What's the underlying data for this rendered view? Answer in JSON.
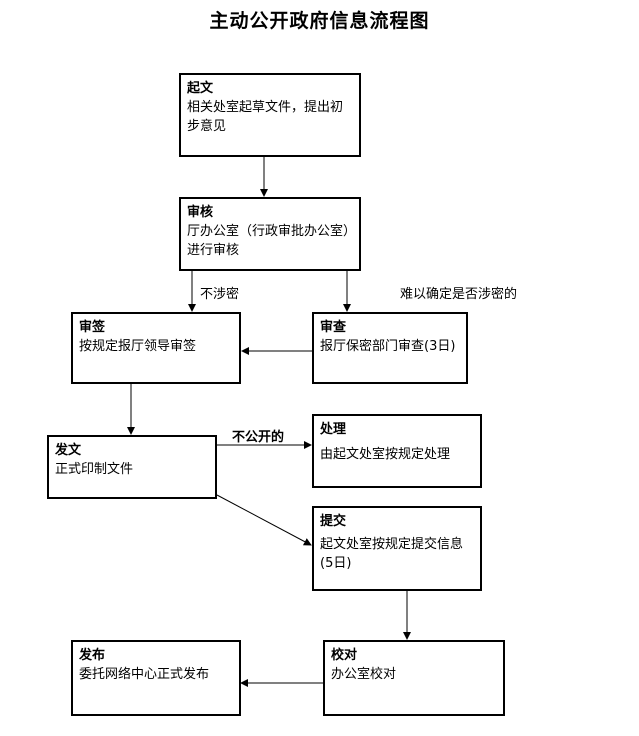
{
  "title": "主动公开政府信息流程图",
  "nodes": {
    "draft": {
      "title": "起文",
      "body": "相关处室起草文件，提出初步意见"
    },
    "review": {
      "title": "审核",
      "body": "厅办公室（行政审批办公室）进行审核"
    },
    "sign": {
      "title": "审签",
      "body": "按规定报厅领导审签"
    },
    "check": {
      "title": "审查",
      "body": "报厅保密部门审查(3日)"
    },
    "issue": {
      "title": "发文",
      "body": "正式印制文件"
    },
    "handle": {
      "title": "处理",
      "body": "由起文处室按规定处理"
    },
    "submit": {
      "title": "提交",
      "body": "起文处室按规定提交信息(5日)"
    },
    "proof": {
      "title": "校对",
      "body": "办公室校对"
    },
    "publish": {
      "title": "发布",
      "body": "委托网络中心正式发布"
    }
  },
  "labels": {
    "not_secret": "不涉密",
    "uncertain": "难以确定是否涉密的",
    "not_public": "不公开的"
  }
}
